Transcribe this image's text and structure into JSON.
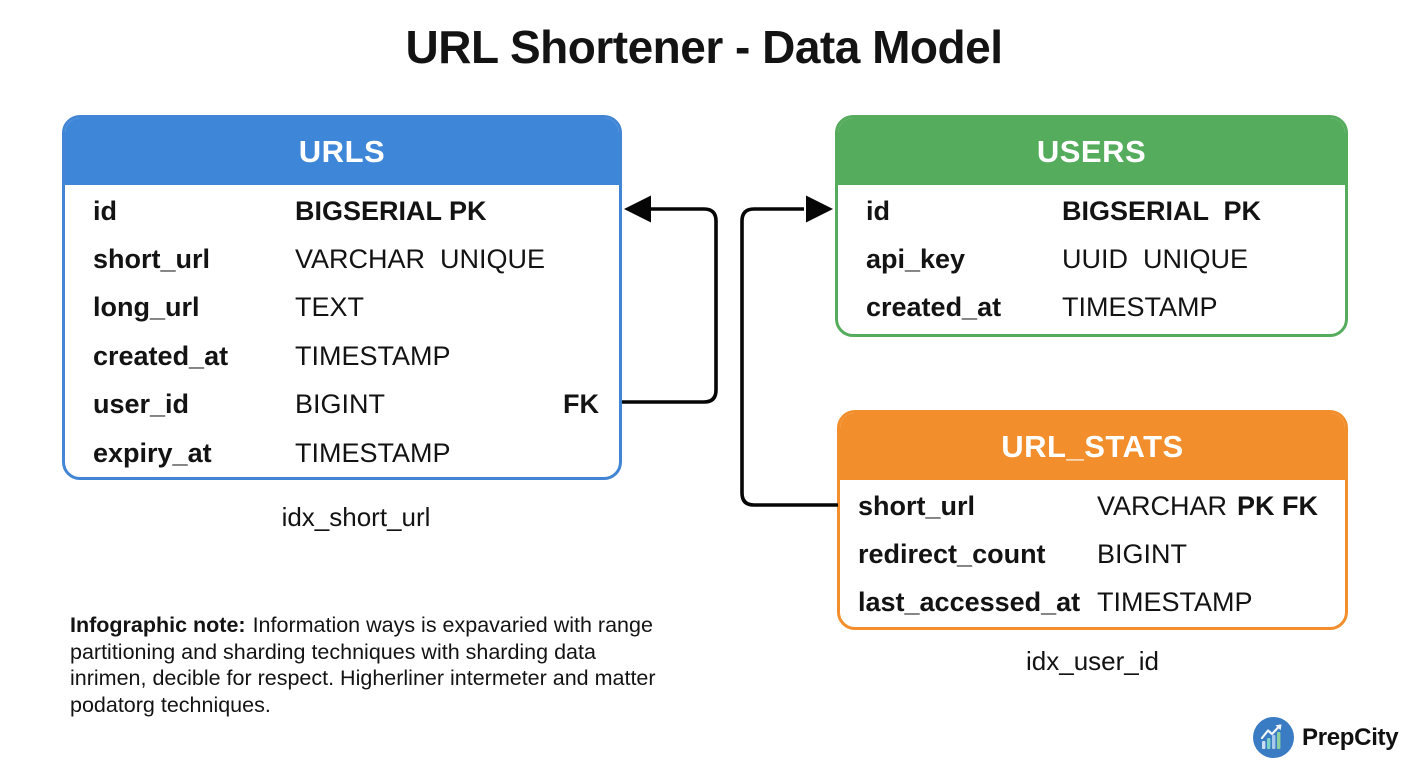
{
  "title": "URL Shortener - Data Model",
  "colors": {
    "urls_header": "#3e86d8",
    "users_header": "#55ac5d",
    "url_stats_header": "#f28e2b",
    "connector": "#000000",
    "text": "#131313"
  },
  "tables": {
    "urls": {
      "name": "URLS",
      "index_label": "idx_short_url",
      "rows": [
        {
          "field": "id",
          "type": "BIGSERIAL PK",
          "keys": "",
          "fk": ""
        },
        {
          "field": "short_url",
          "type": "VARCHAR  UNIQUE",
          "keys": "",
          "fk": ""
        },
        {
          "field": "long_url",
          "type": "TEXT",
          "keys": "",
          "fk": ""
        },
        {
          "field": "created_at",
          "type": "TIMESTAMP",
          "keys": "",
          "fk": ""
        },
        {
          "field": "user_id",
          "type": "BIGINT",
          "keys": "",
          "fk": "FK"
        },
        {
          "field": "expiry_at",
          "type": "TIMESTAMP",
          "keys": "",
          "fk": ""
        }
      ]
    },
    "users": {
      "name": "USERS",
      "rows": [
        {
          "field": "id",
          "type": "BIGSERIAL  PK",
          "keys": "",
          "fk": ""
        },
        {
          "field": "api_key",
          "type": "UUID  UNIQUE",
          "keys": "",
          "fk": ""
        },
        {
          "field": "created_at",
          "type": "TIMESTAMP",
          "keys": "",
          "fk": ""
        }
      ]
    },
    "url_stats": {
      "name": "URL_STATS",
      "index_label": "idx_user_id",
      "rows": [
        {
          "field": "short_url",
          "type": "VARCHAR",
          "keys": "PK FK",
          "fk": ""
        },
        {
          "field": "redirect_count",
          "type": "BIGINT",
          "keys": "",
          "fk": ""
        },
        {
          "field": "last_accessed_at",
          "type": "TIMESTAMP",
          "keys": "",
          "fk": ""
        }
      ]
    }
  },
  "note": {
    "label": "Infographic note:",
    "text": "Information ways is expavaried with range partitioning and sharding techniques with sharding data inrimen, decible for respect. Higherliner intermeter and matter podatorg techniques."
  },
  "logo": {
    "text": "PrepCity"
  }
}
